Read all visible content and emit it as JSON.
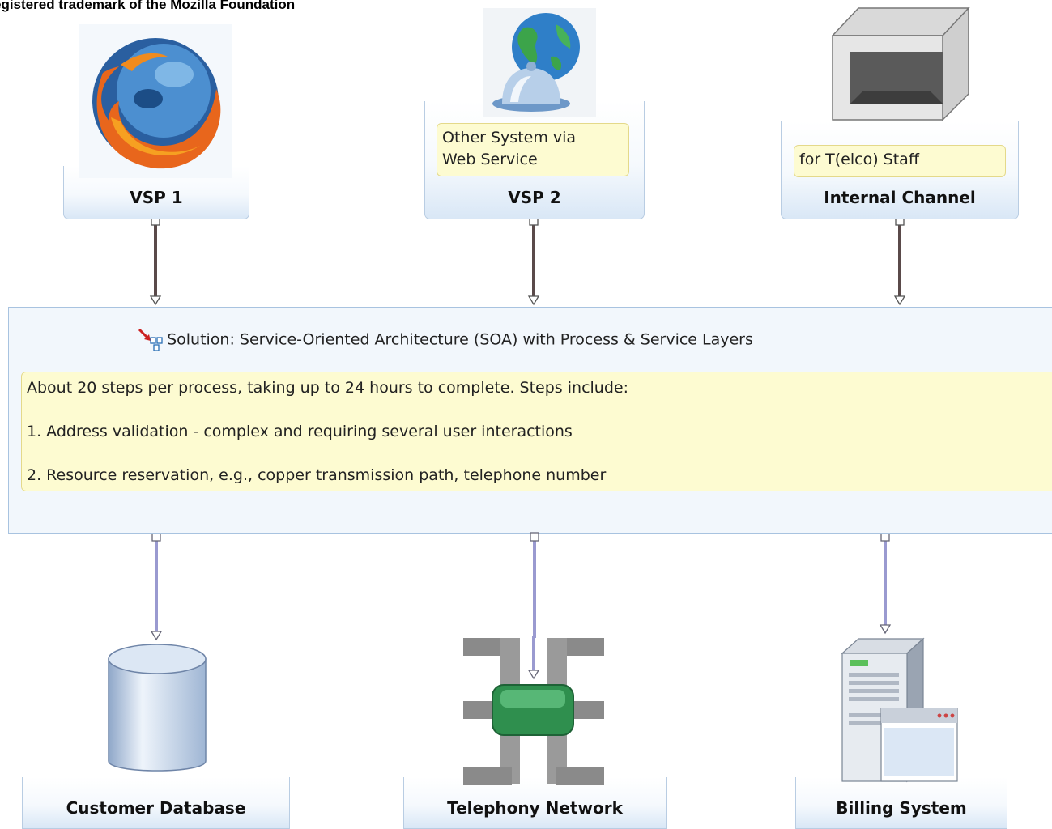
{
  "trademark": "egistered trademark of the Mozilla Foundation",
  "top_nodes": [
    {
      "label": "VSP 1",
      "note": ""
    },
    {
      "label": "VSP 2",
      "note_line1": "Other System via",
      "note_line2": "Web Service"
    },
    {
      "label": "Internal Channel",
      "note_line1": "for T(elco) Staff"
    }
  ],
  "solution": {
    "title": "Solution: Service-Oriented Architecture (SOA) with Process & Service Layers",
    "lines": [
      "About 20 steps per process, taking up to 24 hours to complete. Steps include:",
      "1. Address validation - complex and requiring several user interactions",
      "2. Resource reservation, e.g., copper transmission path, telephone number"
    ]
  },
  "bottom_nodes": [
    {
      "label": "Customer Database"
    },
    {
      "label": "Telephony Network"
    },
    {
      "label": "Billing System"
    }
  ],
  "icons": [
    "firefox-icon",
    "web-service-globe-icon",
    "channel-icon",
    "solution-icon",
    "database-icon",
    "network-pipes-icon",
    "server-icon"
  ],
  "colors": {
    "note_bg": "#fdfbd1",
    "box_gradient_end": "#d9e7f6",
    "top_connector": "#5a4a4a",
    "bottom_connector": "#9a9ad0"
  }
}
